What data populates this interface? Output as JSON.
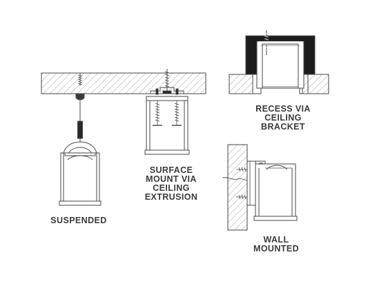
{
  "captions": {
    "suspended": [
      "SUSPENDED"
    ],
    "surface": [
      "SURFACE",
      "MOUNT VIA",
      "CEILING",
      "EXTRUSION"
    ],
    "recess": [
      "RECESS VIA",
      "CEILING",
      "BRACKET"
    ],
    "wall": [
      "WALL",
      "MOUNTED"
    ]
  },
  "colors": {
    "line": "#444444",
    "fill": "#ffffff",
    "bracket": "#1c1c1c",
    "text": "#3a3a3a",
    "hatch": "#888888"
  }
}
